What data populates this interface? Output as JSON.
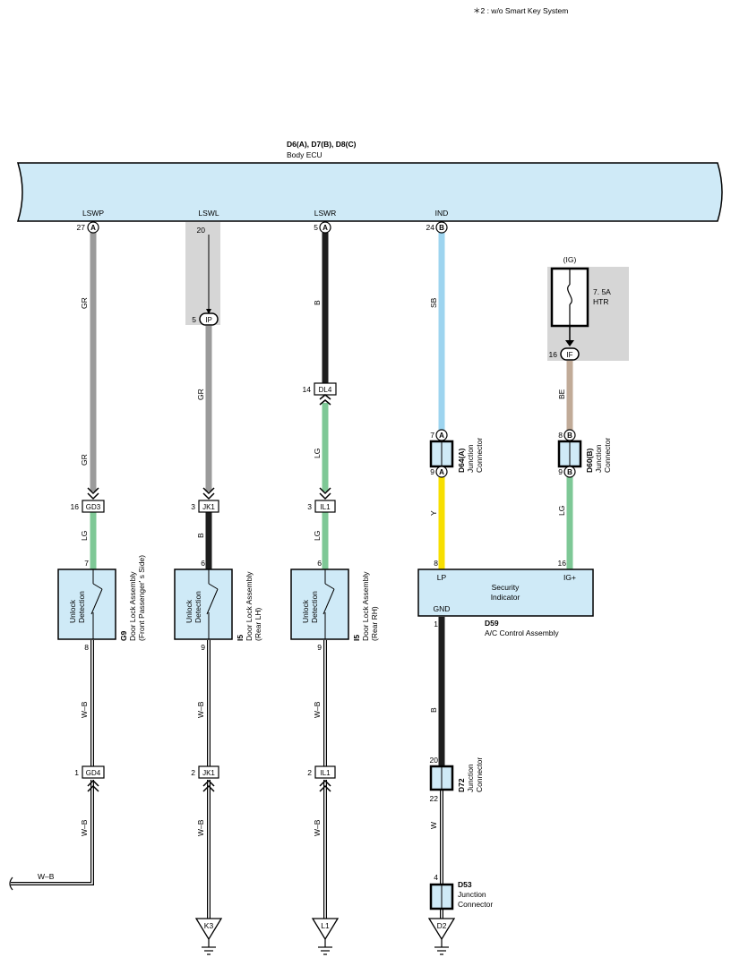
{
  "note": "＊2 : w/o Smart Key System",
  "ecu": {
    "code": "D6(A), D7(B), D8(C)",
    "name": "Body ECU"
  },
  "ecu_pins": [
    {
      "label": "LSWP",
      "pin": "27",
      "conn": "A"
    },
    {
      "label": "LSWL",
      "pin": "20",
      "conn": ""
    },
    {
      "label": "LSWR",
      "pin": "5",
      "conn": "A"
    },
    {
      "label": "IND",
      "pin": "24",
      "conn": "B"
    }
  ],
  "fuse": {
    "group": "(IG)",
    "rating": "7. 5A",
    "name": "HTR",
    "pin": "16",
    "conn": "IF"
  },
  "inline_connectors": {
    "ip": {
      "pin": "5",
      "name": "IP"
    },
    "dl4": {
      "pin": "14",
      "name": "DL4"
    },
    "gd3": {
      "pin": "16",
      "name": "GD3"
    },
    "jk1_top": {
      "pin": "3",
      "name": "JK1"
    },
    "il1_top": {
      "pin": "3",
      "name": "IL1"
    },
    "gd4": {
      "pin": "1",
      "name": "GD4"
    },
    "jk1_bot": {
      "pin": "2",
      "name": "JK1"
    },
    "il1_bot": {
      "pin": "2",
      "name": "IL1"
    }
  },
  "wire_colors": {
    "gr": "GR",
    "b": "B",
    "sb": "SB",
    "be": "BE",
    "lg": "LG",
    "y": "Y",
    "wb": "W–B",
    "w": "W"
  },
  "colors": {
    "gray": "#9b9b9b",
    "black": "#1e1e1e",
    "light_blue": "#9dd4ef",
    "tan": "#c1ab98",
    "green": "#7ec896",
    "yellow": "#f7df00",
    "ecu_fill": "#cfeaf7",
    "shade": "#d6d6d6"
  },
  "junctions": {
    "d64": {
      "code": "D64(A)",
      "name1": "Junction",
      "name2": "Connector",
      "pin_in": "7",
      "pin_out": "9",
      "conn": "A"
    },
    "d60": {
      "code": "D60(B)",
      "name1": "Junction",
      "name2": "Connector",
      "pin_in": "8",
      "pin_out": "9",
      "conn": "B"
    },
    "d72": {
      "code": "D72",
      "name1": "Junction",
      "name2": "Connector",
      "pin_in": "20",
      "pin_out": "22"
    },
    "d53": {
      "code": "D53",
      "name1": "Junction",
      "name2": "Connector",
      "pin_in": "4"
    }
  },
  "door_assemblies": [
    {
      "code": "G9",
      "name1": "Door Lock Assembly",
      "name2": "(Front Passenger' s Side)",
      "switch1": "Unlock",
      "switch2": "Detection",
      "pin_top": "7",
      "pin_bot": "8"
    },
    {
      "code": "I5",
      "name1": "Door Lock Assembly",
      "name2": "(Rear LH)",
      "switch1": "Unlock",
      "switch2": "Detection",
      "pin_top": "6",
      "pin_bot": "9"
    },
    {
      "code": "I5",
      "name1": "Door Lock Assembly",
      "name2": "(Rear RH)",
      "switch1": "Unlock",
      "switch2": "Detection",
      "pin_top": "6",
      "pin_bot": "9"
    }
  ],
  "ac_control": {
    "code": "D59",
    "name": "A/C Control Assembly",
    "title1": "Security",
    "title2": "Indicator",
    "lp": "LP",
    "igp": "IG+",
    "gnd": "GND",
    "pin_lp": "8",
    "pin_igp": "16",
    "pin_gnd": "1"
  },
  "grounds": [
    "K3",
    "L1",
    "D2"
  ],
  "outgoing_wire": "W–B"
}
